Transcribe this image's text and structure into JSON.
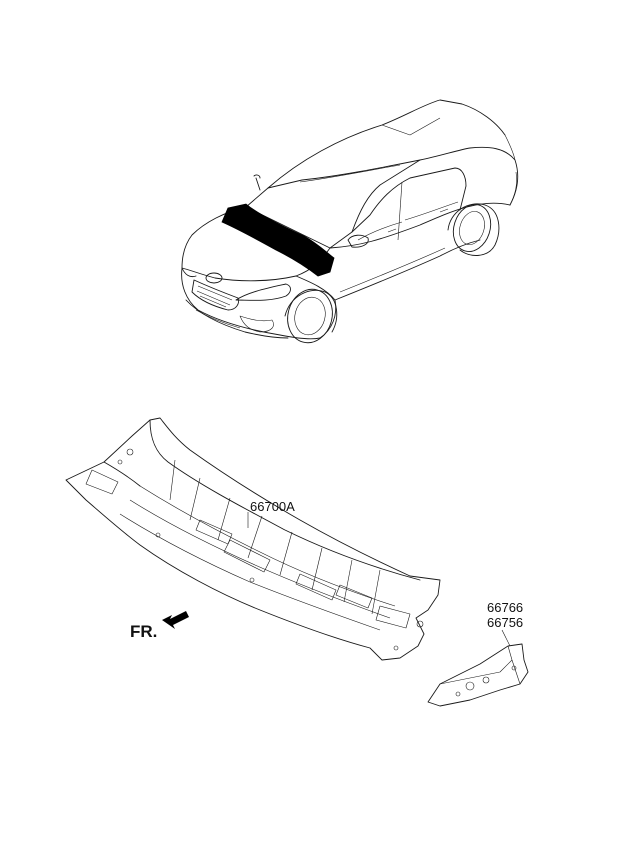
{
  "parts": {
    "cowl_panel": "66700A",
    "bracket_upper": "66766",
    "bracket_lower": "66756"
  },
  "direction_marker": "FR.",
  "colors": {
    "line": "#1a1a1a",
    "highlight": "#000000",
    "background": "#ffffff"
  }
}
